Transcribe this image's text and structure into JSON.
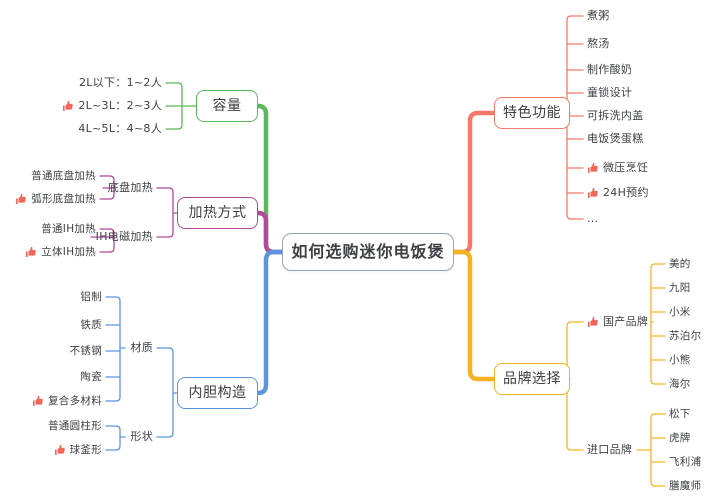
{
  "mindmap": {
    "root": {
      "label": "如何选购迷你电饭煲",
      "color": "#9aa4b0"
    },
    "branches": [
      {
        "id": "capacity",
        "label": "容量",
        "color": "#5cb85c",
        "side": "left",
        "children": [
          {
            "label": "2L以下：1~2人",
            "thumb": false
          },
          {
            "label": "2L~3L：2~3人",
            "thumb": true
          },
          {
            "label": "4L~5L：4~8人",
            "thumb": false
          }
        ]
      },
      {
        "id": "heating",
        "label": "加热方式",
        "color": "#b4489a",
        "side": "left",
        "children": [
          {
            "label": "底盘加热",
            "thumb": false,
            "children": [
              {
                "label": "普通底盘加热",
                "thumb": false
              },
              {
                "label": "弧形底盘加热",
                "thumb": true
              }
            ]
          },
          {
            "label": "IH电磁加热",
            "thumb": false,
            "children": [
              {
                "label": "普通IH加热",
                "thumb": false
              },
              {
                "label": "立体IH加热",
                "thumb": true
              }
            ]
          }
        ]
      },
      {
        "id": "inner-pot",
        "label": "内胆构造",
        "color": "#5b94e0",
        "side": "left",
        "children": [
          {
            "label": "材质",
            "thumb": false,
            "children": [
              {
                "label": "铝制",
                "thumb": false
              },
              {
                "label": "铁质",
                "thumb": false
              },
              {
                "label": "不锈钢",
                "thumb": false
              },
              {
                "label": "陶瓷",
                "thumb": false
              },
              {
                "label": "复合多材料",
                "thumb": true
              }
            ]
          },
          {
            "label": "形状",
            "thumb": false,
            "children": [
              {
                "label": "普通圆柱形",
                "thumb": false
              },
              {
                "label": "球釜形",
                "thumb": true
              }
            ]
          }
        ]
      },
      {
        "id": "features",
        "label": "特色功能",
        "color": "#f4796b",
        "side": "right",
        "children": [
          {
            "label": "煮粥",
            "thumb": false
          },
          {
            "label": "熬汤",
            "thumb": false
          },
          {
            "label": "制作酸奶",
            "thumb": false
          },
          {
            "label": "童锁设计",
            "thumb": false
          },
          {
            "label": "可拆洗内盖",
            "thumb": false
          },
          {
            "label": "电饭煲蛋糕",
            "thumb": false
          },
          {
            "label": "微压烹饪",
            "thumb": true
          },
          {
            "label": "24H预约",
            "thumb": true
          },
          {
            "label": "…",
            "thumb": false
          }
        ]
      },
      {
        "id": "brands",
        "label": "品牌选择",
        "color": "#f5b324",
        "side": "right",
        "children": [
          {
            "label": "国产品牌",
            "thumb": true,
            "children": [
              {
                "label": "美的",
                "thumb": false
              },
              {
                "label": "九阳",
                "thumb": false
              },
              {
                "label": "小米",
                "thumb": false
              },
              {
                "label": "苏泊尔",
                "thumb": false
              },
              {
                "label": "小熊",
                "thumb": false
              },
              {
                "label": "海尔",
                "thumb": false
              }
            ]
          },
          {
            "label": "进口品牌",
            "thumb": false,
            "children": [
              {
                "label": "松下",
                "thumb": false
              },
              {
                "label": "虎牌",
                "thumb": false
              },
              {
                "label": "飞利浦",
                "thumb": false
              },
              {
                "label": "膳魔师",
                "thumb": false
              }
            ]
          }
        ]
      }
    ],
    "icons": {
      "thumb_up": "thumbs-up-icon"
    },
    "text_color": "#3c3f44"
  }
}
